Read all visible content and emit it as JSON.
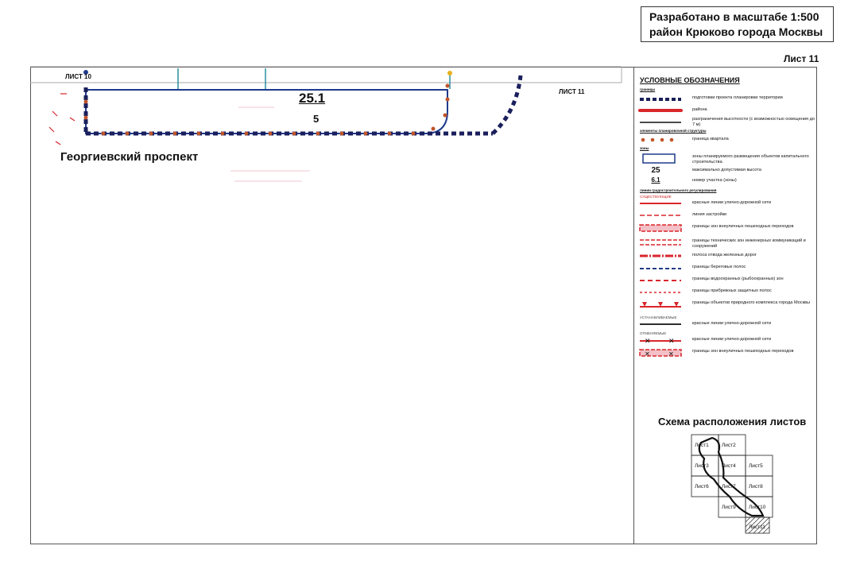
{
  "header": {
    "line1": "Разработано в масштабе 1:500",
    "line2": "район Крюково города Москвы",
    "sheet": "Лист 11"
  },
  "map": {
    "sheet_top_left": "ЛИСТ 10",
    "sheet_right": "ЛИСТ 11",
    "zone_number": "25.1",
    "zone_height": "5",
    "street_name": "Георгиевский проспект"
  },
  "legend": {
    "title": "УСЛОВНЫЕ ОБОЗНАЧЕНИЯ",
    "groups": {
      "borders": "границы",
      "planning": "элементы планировочной структуры",
      "zones": "зоны",
      "regulation": "линии градостроительного регулирования"
    },
    "items": {
      "territory": "подготовки проекта планировки территории",
      "district": "района",
      "height_diff": "разграничения высотности (с возможностью освещения до 7 м)",
      "quarter": "граница квартала",
      "capital_zone": "зоны планируемого размещения объектов капитального строительства",
      "max_height_num": "25",
      "max_height": "максимально допустимая высота",
      "plot_num": "6.1",
      "plot": "номер участка (зоны)",
      "existing_tag": "СУЩЕСТВУЮЩИЕ",
      "red_lines": "красные линии улично-дорожной сети",
      "building_line": "линия застройки",
      "pedestrian": "границы зон внеуличных пешеходных переходов",
      "technical": "границы технических зон инженерных коммуникаций и сооружений",
      "railway": "полоса отвода железных дорог",
      "coastal": "границы береговых полос",
      "water": "границы водоохранных (рыбоохранных) зон",
      "shore_protect": "границы прибрежных защитных полос",
      "nature": "границы объектов природного комплекса города Москвы",
      "established_tag": "УСТАНАВЛИВАЕМЫЕ",
      "red_lines_new": "красные линии улично-дорожной сети",
      "cancelled_tag": "ОТМЕНЯЕМЫЕ",
      "red_lines_cancel": "красные линии улично-дорожной сети",
      "pedestrian_cancel": "границы зон внеуличных пешеходных переходов"
    }
  },
  "scheme": {
    "title": "Схема расположения листов",
    "sheets": [
      "Лист1",
      "Лист2",
      "Лист3",
      "Лист4",
      "Лист5",
      "Лист6",
      "Лист7",
      "Лист8",
      "Лист9",
      "Лист10",
      "Лист11"
    ]
  },
  "colors": {
    "navy": "#1a1f5c",
    "red": "#d9262b",
    "orange_dot": "#c0552a",
    "teal": "#2a8fa0",
    "blue": "#1e3a8a"
  }
}
